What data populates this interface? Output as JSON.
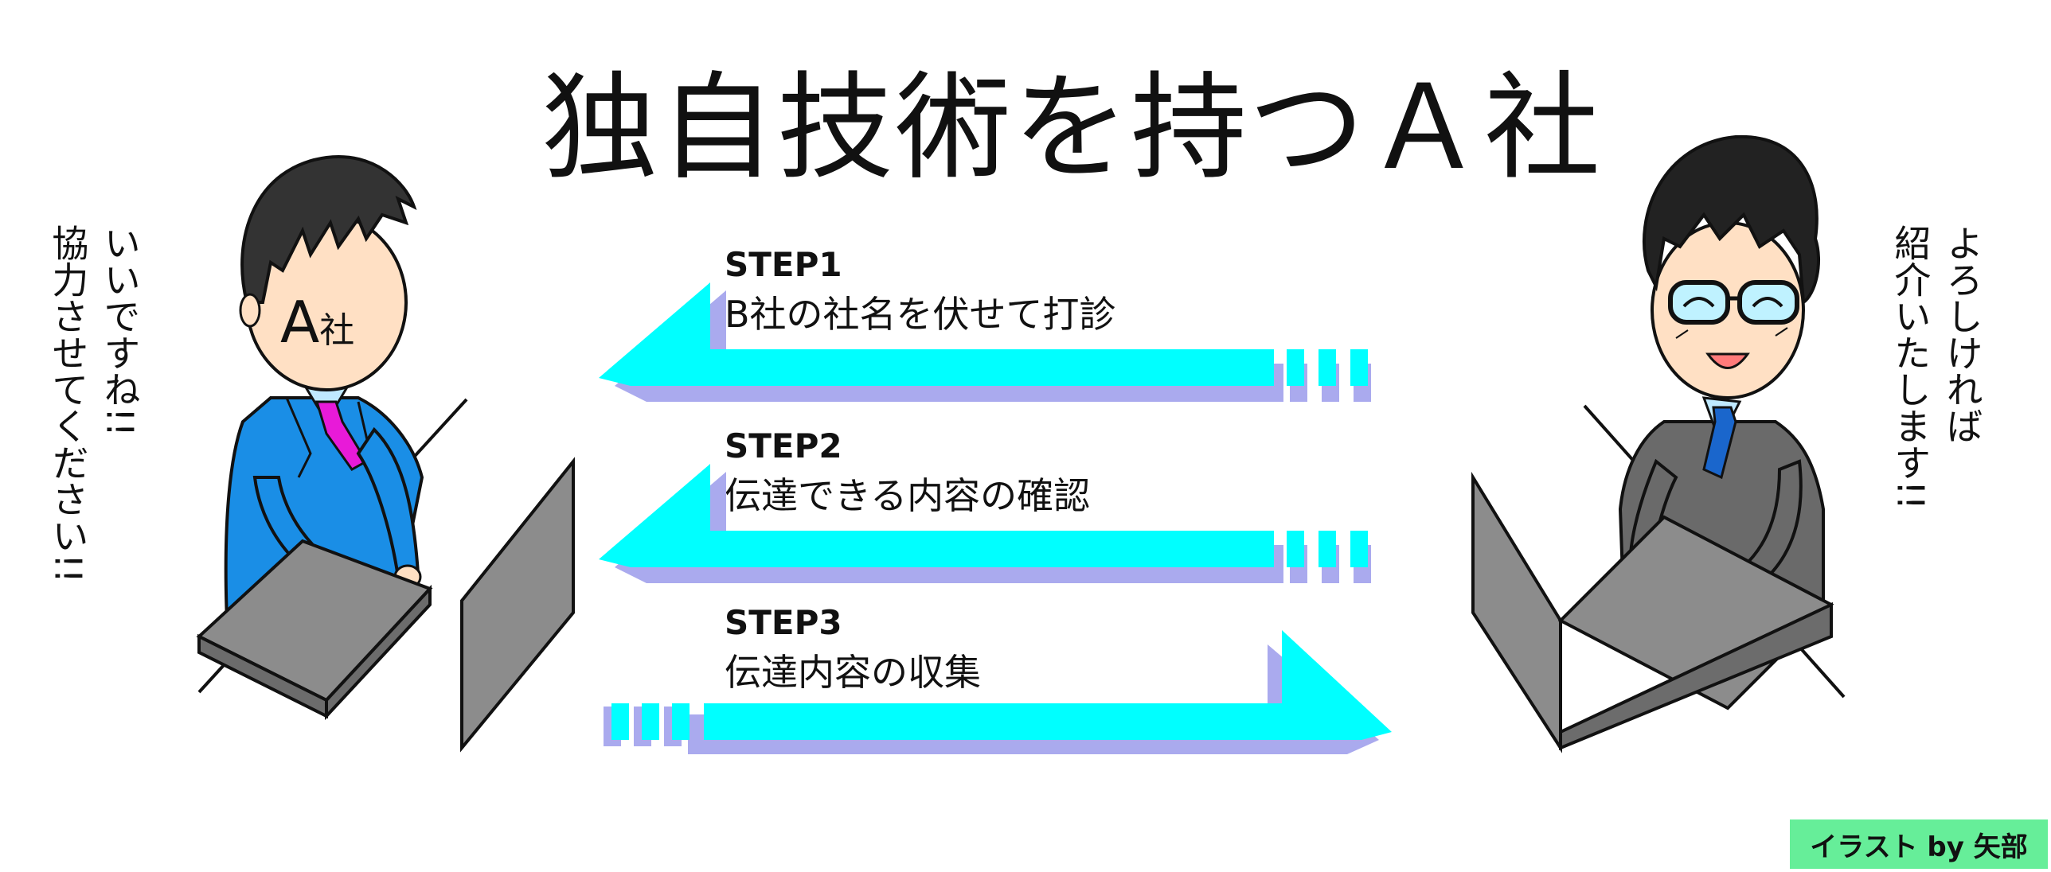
{
  "title": "独自技術を持つＡ社",
  "left_speech": "いいですね!!\n協力させてください!!",
  "right_speech": "よろしければ\n紹介いたします!!",
  "left_person_badge": "A社",
  "steps": [
    {
      "label": "STEP1",
      "description": "B社の社名を伏せて打診",
      "direction": "left"
    },
    {
      "label": "STEP2",
      "description": "伝達できる内容の確認",
      "direction": "left"
    },
    {
      "label": "STEP3",
      "description": "伝達内容の収集",
      "direction": "right"
    }
  ],
  "credit": "イラスト by 矢部",
  "colors": {
    "arrow_fill": "#00ffff",
    "arrow_shadow": "#aaaaee",
    "left_suit": "#1a8ee6",
    "left_tie": "#e81ad8",
    "right_suit": "#6a6a6a",
    "right_tie": "#1a66cc",
    "laptop": "#8c8c8c",
    "credit_bg": "#66ee99"
  }
}
